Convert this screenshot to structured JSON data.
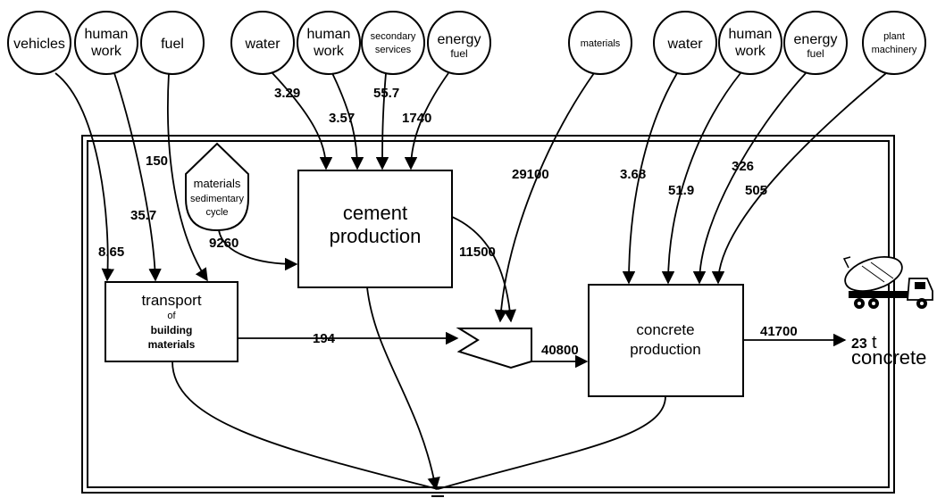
{
  "sources_left": {
    "vehicles": "vehicles",
    "human_work_1": "human",
    "human_work_2": "work",
    "fuel": "fuel"
  },
  "sources_cement": {
    "water": "water",
    "human_1": "human",
    "human_2": "work",
    "secondary_1": "secondary",
    "secondary_2": "services",
    "energy_1": "energy",
    "energy_2": "fuel"
  },
  "sources_concrete": {
    "materials": "materials",
    "water": "water",
    "human_1": "human",
    "human_2": "work",
    "energy_1": "energy",
    "energy_2": "fuel",
    "plant_1": "plant",
    "plant_2": "machinery"
  },
  "sedimentary": {
    "line1": "materials",
    "line2": "sedimentary",
    "line3": "cycle"
  },
  "boxes": {
    "cement_1": "cement",
    "cement_2": "production",
    "transport_1": "transport",
    "transport_2": "of",
    "transport_3": "building",
    "transport_4": "materials",
    "concrete_1": "concrete",
    "concrete_2": "production"
  },
  "flows": {
    "vehicles": "8.65",
    "human_work_transport": "35.7",
    "fuel_transport": "150",
    "water_cement": "3.29",
    "human_cement": "3.57",
    "secondary_cement": "55.7",
    "energy_cement": "1740",
    "sedimentary_cement": "9260",
    "cement_out": "11500",
    "transport_out": "194",
    "materials_concrete": "29100",
    "water_concrete": "3.68",
    "human_concrete": "51.9",
    "energy_concrete": "326",
    "plant_concrete": "505",
    "mixer_to_concrete": "40800",
    "output": "41700"
  },
  "output": {
    "amount": "23",
    "unit": "t",
    "product": "concrete"
  },
  "icons": {
    "truck": "concrete-mixer-truck-icon",
    "heat_sink": "heat-sink-icon"
  }
}
